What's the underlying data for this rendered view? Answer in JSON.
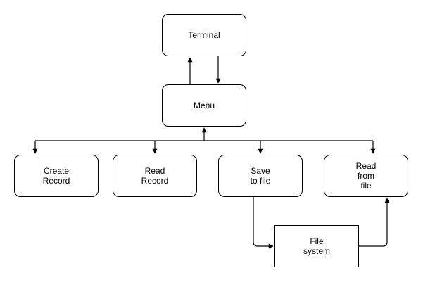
{
  "diagram": {
    "nodes": {
      "terminal": "Terminal",
      "menu": "Menu",
      "create_record": "Create\nRecord",
      "read_record": "Read\nRecord",
      "save_to_file": "Save\nto file",
      "read_from_file": "Read\nfrom\nfile",
      "file_system": "File\nsystem"
    },
    "edges": [
      {
        "from": "menu",
        "to": "terminal"
      },
      {
        "from": "terminal",
        "to": "menu"
      },
      {
        "from": "bus",
        "to": "menu"
      },
      {
        "from": "bus",
        "to": "create_record"
      },
      {
        "from": "bus",
        "to": "read_record"
      },
      {
        "from": "bus",
        "to": "save_to_file"
      },
      {
        "from": "bus",
        "to": "read_from_file"
      },
      {
        "from": "save_to_file",
        "to": "file_system"
      },
      {
        "from": "file_system",
        "to": "read_from_file"
      }
    ],
    "colors": {
      "stroke": "#000000",
      "fill": "#ffffff",
      "text": "#000000"
    }
  }
}
